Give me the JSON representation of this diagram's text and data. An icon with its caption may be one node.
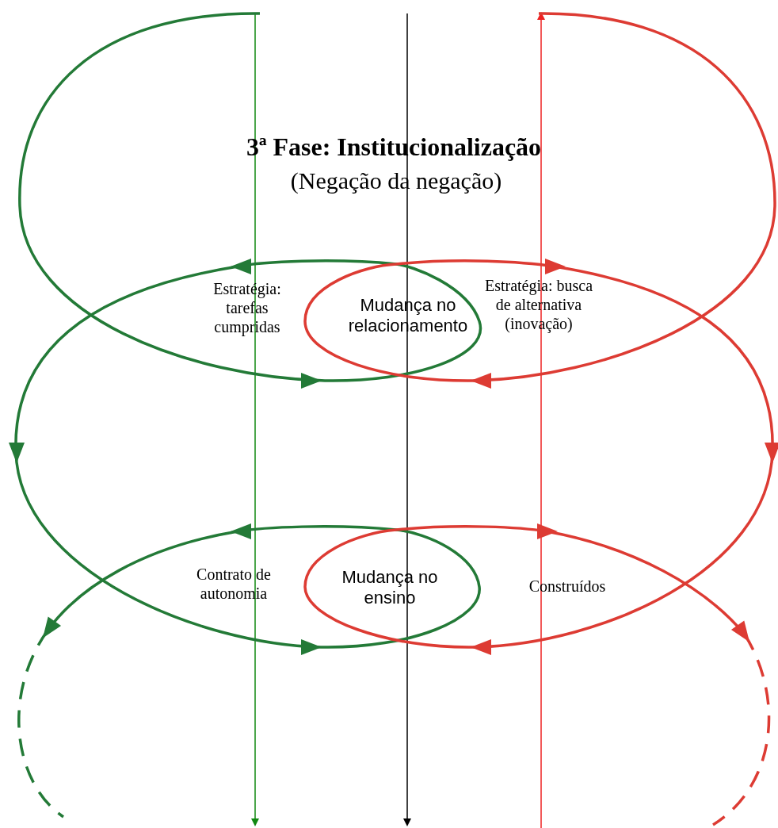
{
  "diagram": {
    "title": "3ª Fase: Institucionalização",
    "nodes": [
      {
        "text": [
          "Mudança no relacionamento"
        ]
      },
      {
        "text": [
          "Mudança no ensino"
        ]
      }
    ],
    "labels": [
      "(Negação da negação)",
      "Estratégia: tarefas cumpridas",
      "Estratégia: busca de alternativa (inovação)",
      "Contrato de autonomia",
      "Construídos"
    ]
  }
}
